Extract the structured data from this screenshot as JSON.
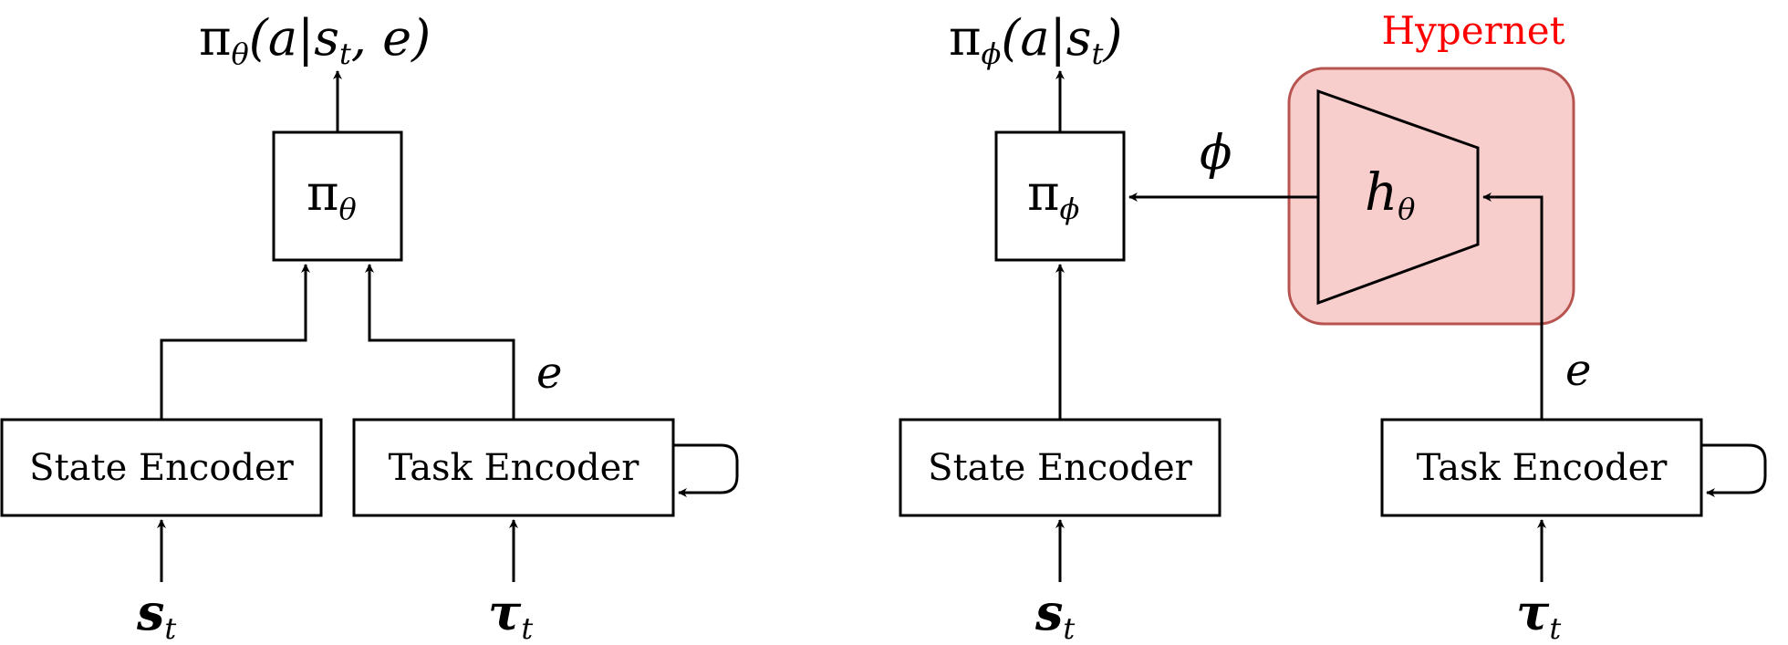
{
  "colors": {
    "stroke": "#000000",
    "hypernet_fill": "#f8cecc",
    "hypernet_stroke": "#b85450",
    "hypernet_label": "#ff0000"
  },
  "left": {
    "output": {
      "pi": "π",
      "sub": "θ",
      "args": "(a|s",
      "args_sub": "t",
      "args_end": ", e)"
    },
    "policy": {
      "pi": "π",
      "sub": "θ"
    },
    "state_encoder": "State Encoder",
    "task_encoder": "Task Encoder",
    "edge_e": "e",
    "input_s": {
      "main": "s",
      "sub": "t"
    },
    "input_tau": {
      "main": "τ",
      "sub": "t"
    }
  },
  "right": {
    "output": {
      "pi": "π",
      "sub": "ϕ",
      "args": "(a|s",
      "args_sub": "t",
      "args_end": ")"
    },
    "policy": {
      "pi": "π",
      "sub": "ϕ"
    },
    "hypernet_label": "Hypernet",
    "hypernet_inner": {
      "main": "h",
      "sub": "θ"
    },
    "edge_phi": "ϕ",
    "state_encoder": "State Encoder",
    "task_encoder": "Task Encoder",
    "edge_e": "e",
    "input_s": {
      "main": "s",
      "sub": "t"
    },
    "input_tau": {
      "main": "τ",
      "sub": "t"
    }
  }
}
